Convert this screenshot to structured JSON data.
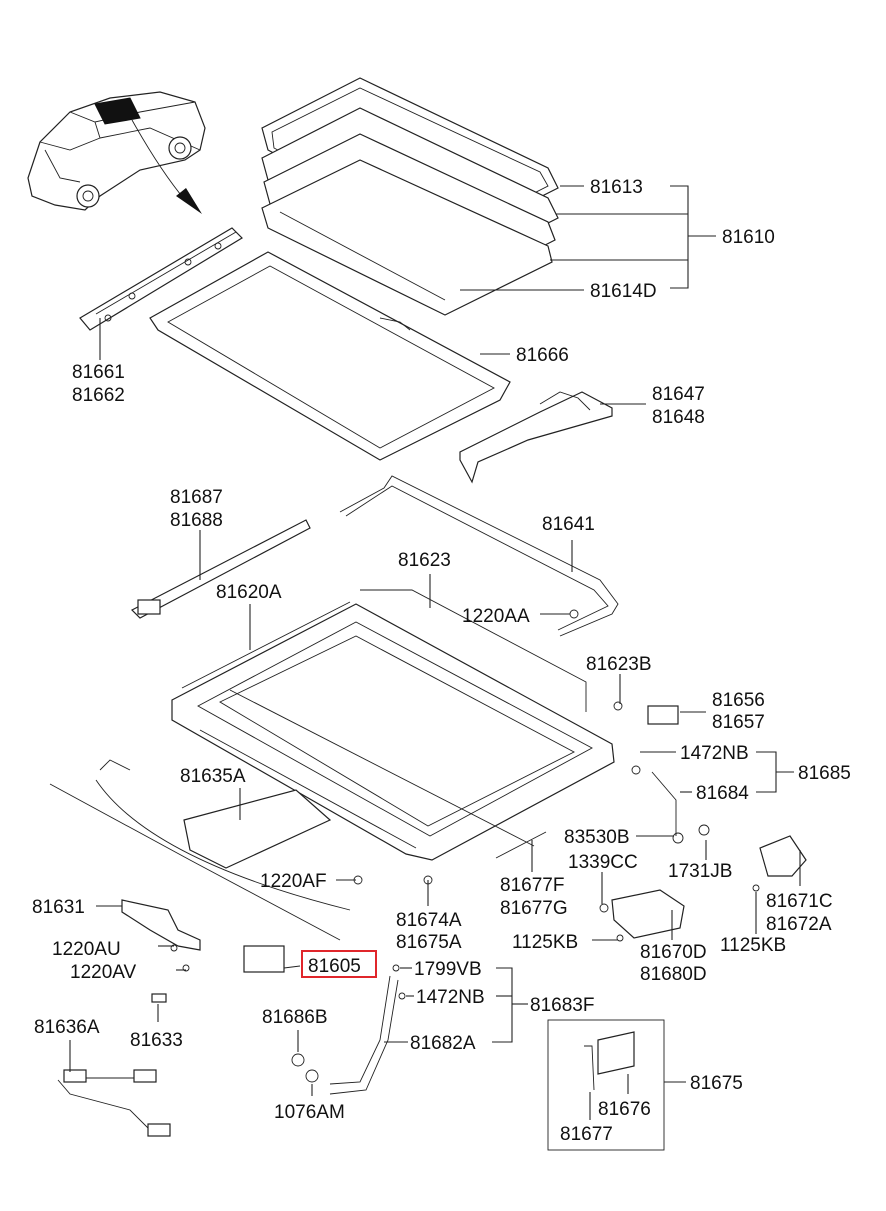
{
  "labels": {
    "l81613": "81613",
    "l81610": "81610",
    "l81614D": "81614D",
    "l81661": "81661",
    "l81662": "81662",
    "l81666": "81666",
    "l81647": "81647",
    "l81648": "81648",
    "l81687": "81687",
    "l81688": "81688",
    "l81641": "81641",
    "l81623": "81623",
    "l81620A": "81620A",
    "l1220AA": "1220AA",
    "l81623B": "81623B",
    "l81656": "81656",
    "l81657": "81657",
    "l1472NB_a": "1472NB",
    "l81685": "81685",
    "l81684": "81684",
    "l81635A": "81635A",
    "l83530B": "83530B",
    "l1339CC": "1339CC",
    "l1731JB": "1731JB",
    "l81671C": "81671C",
    "l81672A": "81672A",
    "l1220AF": "1220AF",
    "l81631": "81631",
    "l81677F": "81677F",
    "l81677G": "81677G",
    "l81674A": "81674A",
    "l81675A": "81675A",
    "l1125KB_a": "1125KB",
    "l81670D": "81670D",
    "l81680D": "81680D",
    "l1125KB_b": "1125KB",
    "l1220AU": "1220AU",
    "l1220AV": "1220AV",
    "l81605": "81605",
    "l1799VB": "1799VB",
    "l1472NB_b": "1472NB",
    "l81683F": "81683F",
    "l81636A": "81636A",
    "l81633": "81633",
    "l81686B": "81686B",
    "l81682A": "81682A",
    "l81675": "81675",
    "l81676": "81676",
    "l81677": "81677",
    "l1076AM": "1076AM"
  },
  "colors": {
    "line": "#222222",
    "highlight": "#e0262b",
    "background": "#ffffff"
  }
}
